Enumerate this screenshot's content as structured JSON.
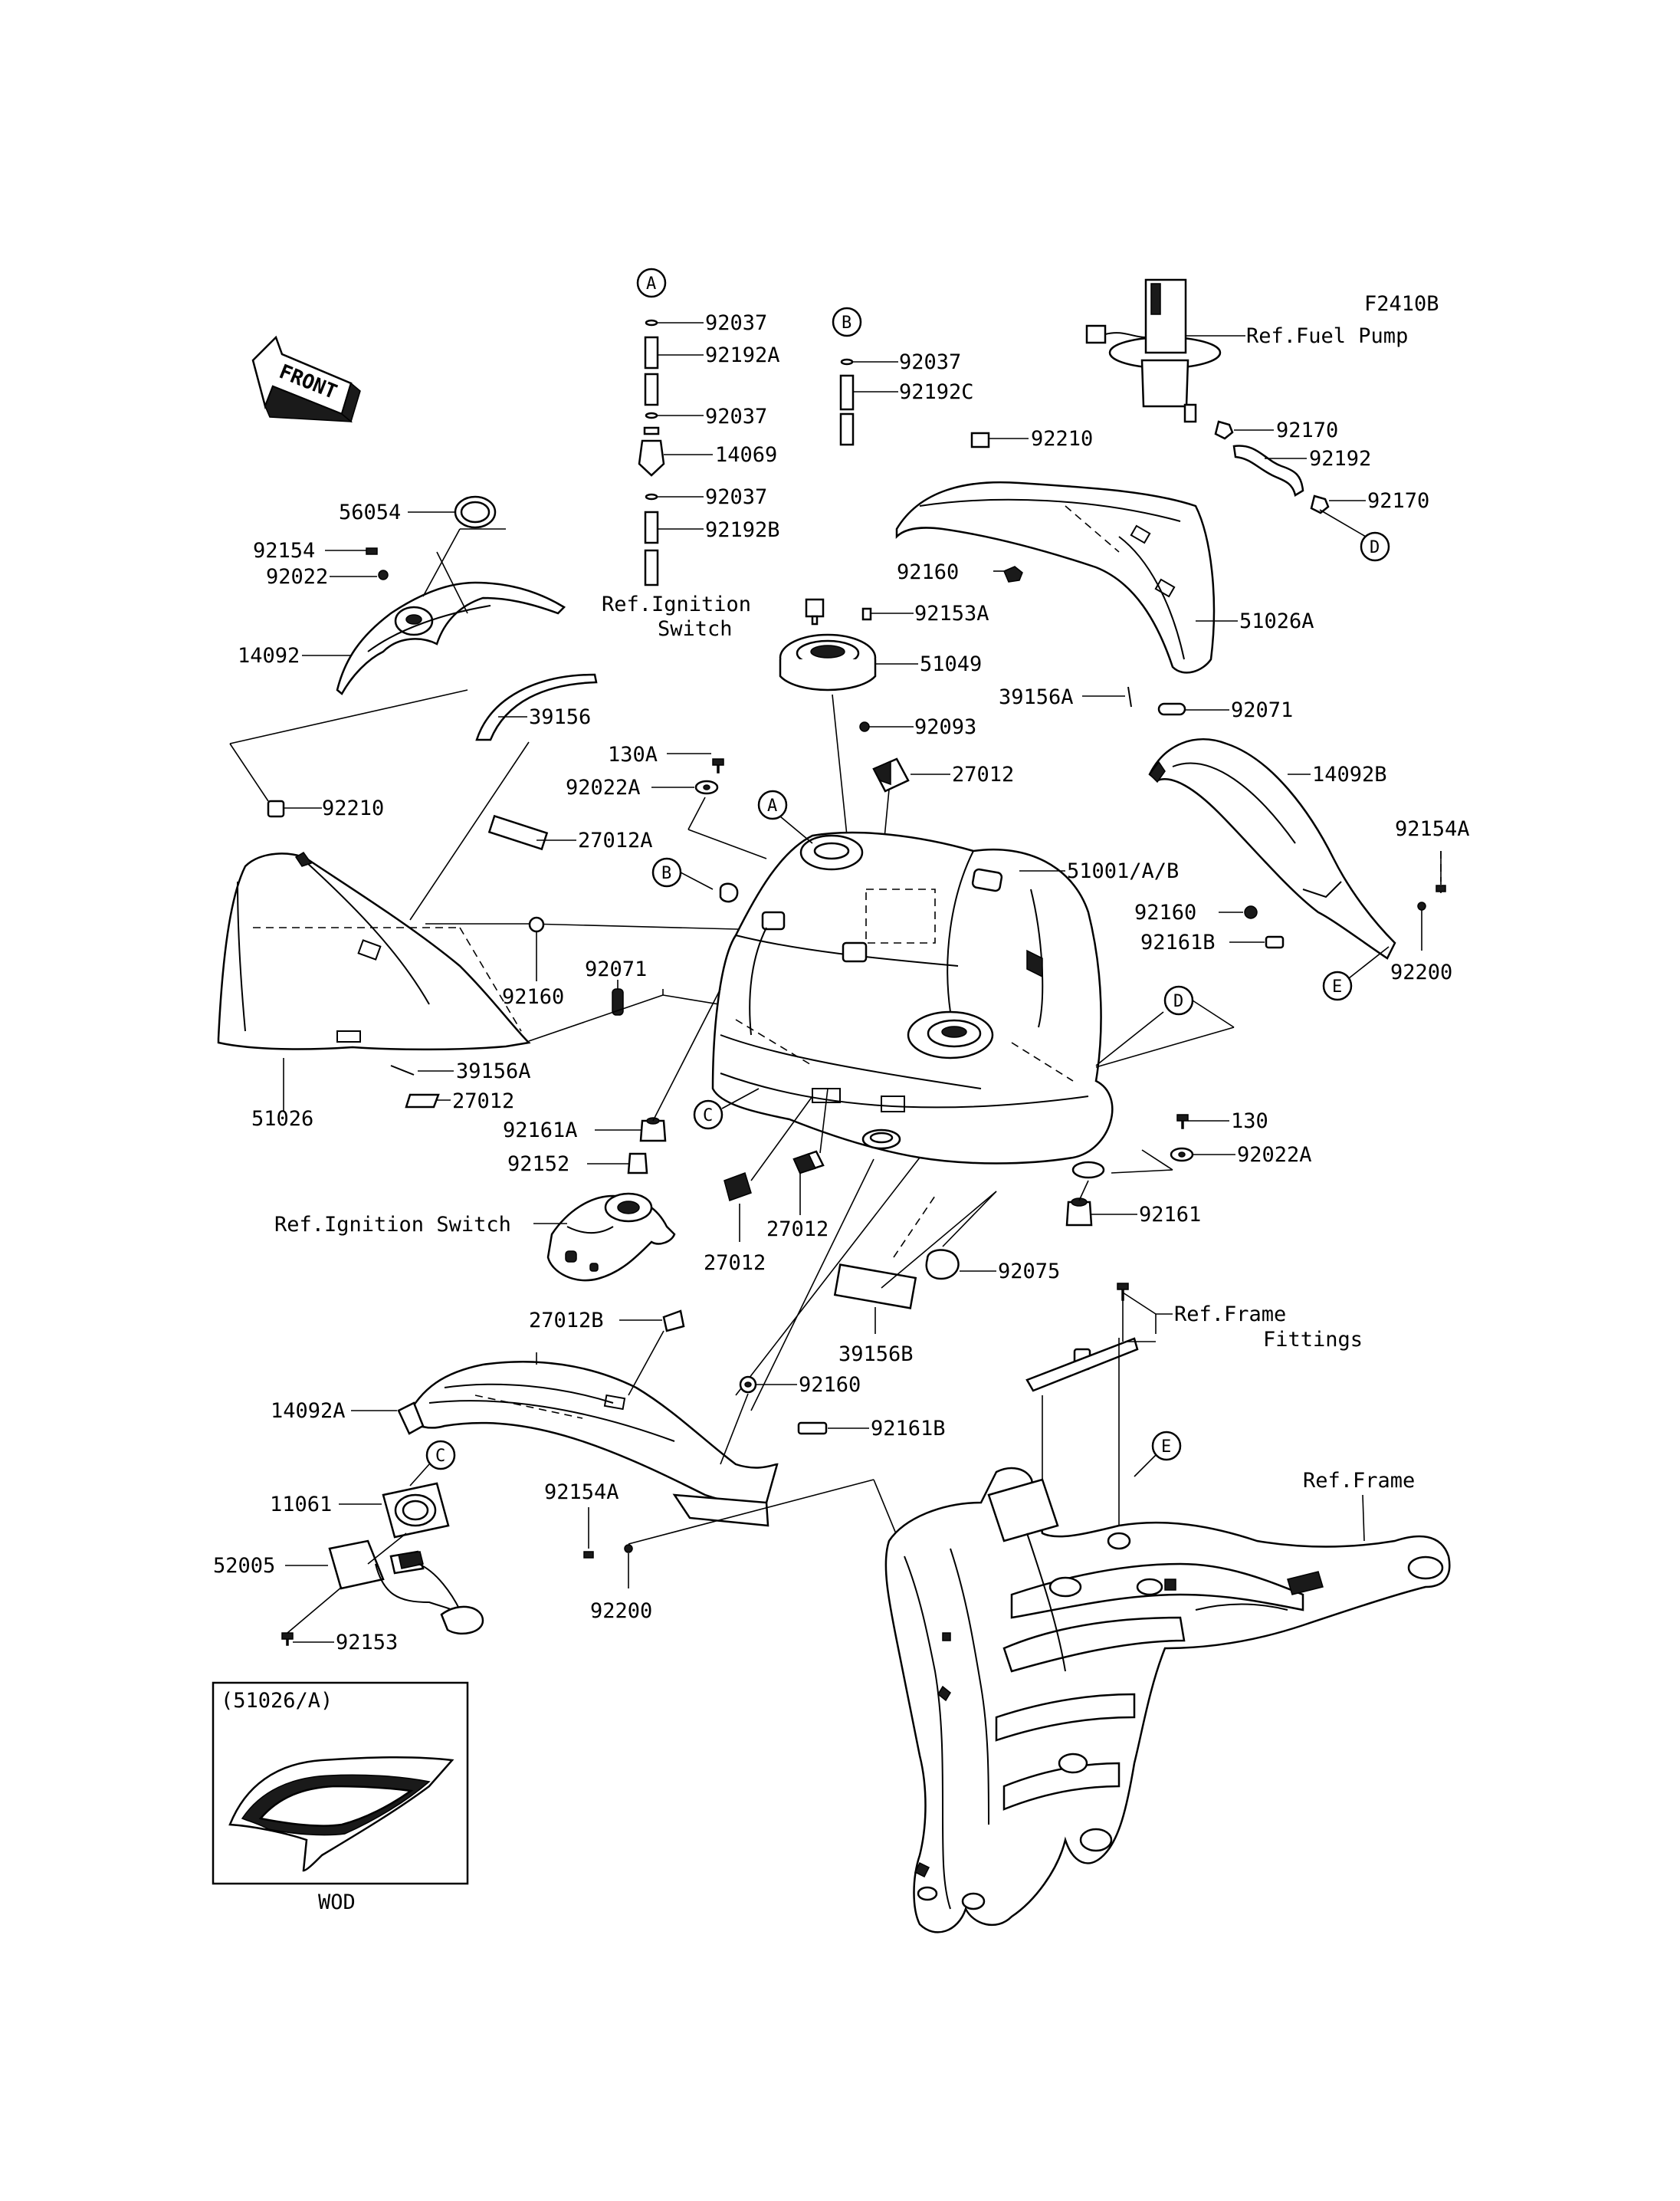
{
  "diagram_code": "F2410B",
  "front_label": "FRONT",
  "wod_label": "WOD",
  "inset_label": "(51026/A)",
  "circles": [
    "A",
    "B",
    "C",
    "D",
    "E"
  ],
  "part_numbers": {
    "p92037": "92037",
    "p92192A": "92192A",
    "p14069": "14069",
    "p92192B": "92192B",
    "p92192C": "92192C",
    "p92210": "92210",
    "p92170": "92170",
    "p92192": "92192",
    "p92160": "92160",
    "p92153A": "92153A",
    "p51049": "51049",
    "p51026A": "51026A",
    "p92093": "92093",
    "p39156A": "39156A",
    "p92071": "92071",
    "p56054": "56054",
    "p92154": "92154",
    "p92022": "92022",
    "p14092": "14092",
    "p39156": "39156",
    "p130A": "130A",
    "p92022A": "92022A",
    "p27012": "27012",
    "p14092B": "14092B",
    "p27012A": "27012A",
    "p51001AB": "51001/A/B",
    "p92154A": "92154A",
    "p92161B": "92161B",
    "p92200": "92200",
    "p51026": "51026",
    "p92161A": "92161A",
    "p92152": "92152",
    "p130": "130",
    "p92161": "92161",
    "p92075": "92075",
    "p39156B": "39156B",
    "p27012B": "27012B",
    "p14092A": "14092A",
    "p11061": "11061",
    "p52005": "52005",
    "p92153": "92153"
  },
  "references": {
    "ref_ignition_1": "Ref.Ignition",
    "ref_ignition_2": "Switch",
    "ref_ignition_full": "Ref.Ignition Switch",
    "ref_fuel_pump": "Ref.Fuel Pump",
    "ref_frame_fittings_1": "Ref.Frame",
    "ref_frame_fittings_2": "Fittings",
    "ref_frame": "Ref.Frame"
  }
}
